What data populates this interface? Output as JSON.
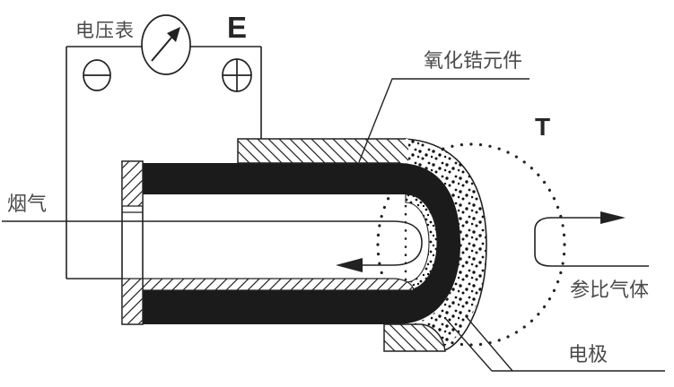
{
  "diagram": {
    "title_implied": "zirconia-oxygen-sensor-schematic",
    "labels": {
      "voltmeter": "电压表",
      "emf": "E",
      "zirconia_element": "氧化锆元件",
      "temperature": "T",
      "flue_gas": "烟气",
      "reference_gas": "参比气体",
      "electrode": "电极"
    },
    "colors": {
      "line": "#222222",
      "solid_fill": "#1b1b1b",
      "label_text": "#4a4a4a",
      "latin_text": "#262626",
      "background": "#ffffff"
    }
  }
}
